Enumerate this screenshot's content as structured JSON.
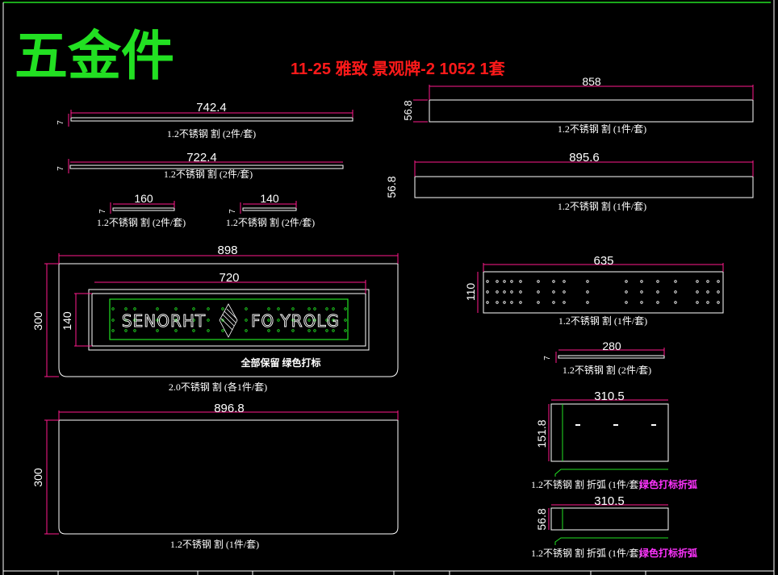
{
  "header": {
    "category": "五金件",
    "title": "11-25 雅致 景观牌-2   1052  1套"
  },
  "colors": {
    "background": "#000000",
    "outline": "#ffffff",
    "dimension": "#ff1a8c",
    "green": "#22e022",
    "title_red": "#ff1a1a",
    "note_magenta": "#ff33ff"
  },
  "parts": {
    "strip_742": {
      "length": "742.4",
      "thickness": "7",
      "note": "1.2不锈钢 割 (2件/套)"
    },
    "strip_722": {
      "length": "722.4",
      "thickness": "7",
      "note": "1.2不锈钢 割 (2件/套)"
    },
    "strip_160": {
      "length": "160",
      "thickness": "7",
      "note": "1.2不锈钢 割 (2件/套)"
    },
    "strip_140": {
      "length": "140",
      "thickness": "7",
      "note": "1.2不锈钢 割 (2件/套)"
    },
    "panel_858": {
      "length": "858",
      "height": "56.8",
      "note": "1.2不锈钢 割 (1件/套)"
    },
    "panel_895": {
      "length": "895.6",
      "height": "56.8",
      "note": "1.2不锈钢 割 (1件/套)"
    },
    "face_panel": {
      "width": "898",
      "height": "300",
      "inner_width": "720",
      "inner_height": "140",
      "sign_text_left": "SENORHT",
      "sign_text_right": "FO YROLG",
      "inner_note": "全部保留  绿色打标",
      "note": "2.0不锈钢 割 (各1件/套)"
    },
    "back_panel": {
      "width": "896.8",
      "height": "300",
      "note": "1.2不锈钢 割 (1件/套)"
    },
    "holes_panel": {
      "width": "635",
      "height": "110",
      "note": "1.2不锈钢 割 (1件/套)"
    },
    "strip_280": {
      "length": "280",
      "thickness": "7",
      "note": "1.2不锈钢 割 (2件/套)"
    },
    "fold_panel_151": {
      "width": "310.5",
      "height": "151.8",
      "note": "1.2不锈钢 割 折弧 (1件/套)",
      "note_color": "绿色打标折弧"
    },
    "fold_panel_56": {
      "width": "310.5",
      "height": "56.8",
      "note": "1.2不锈钢 割 折弧 (1件/套)",
      "note_color": "绿色打标折弧"
    }
  }
}
